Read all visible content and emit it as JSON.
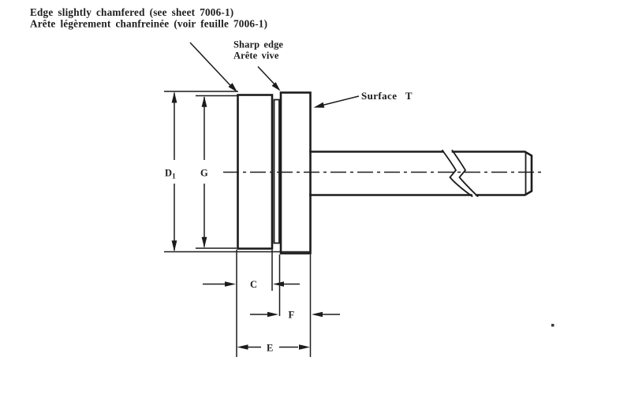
{
  "figure": {
    "type": "technical-drawing",
    "subject": "gauge-blank-cross-section-with-flange-and-handle-shaft",
    "annotations": {
      "edge_chamfered_en": "Edge slightly chamfered (see sheet 7006-1)",
      "edge_chamfered_fr": "Arête légèrement chanfreinée (voir feuille 7006-1)",
      "sharp_edge_en": "Sharp edge",
      "sharp_edge_fr": "Arête vive",
      "surface_label": "Surface T"
    },
    "dimension_labels": {
      "outer_diameter_main": "D",
      "outer_diameter_sub": "1",
      "face_diameter": "G",
      "disc_thickness": "C",
      "flange_thickness": "F",
      "overall_length": "E"
    },
    "colors": {
      "ink": "#1c1c1c",
      "paper": "#ffffff"
    }
  }
}
